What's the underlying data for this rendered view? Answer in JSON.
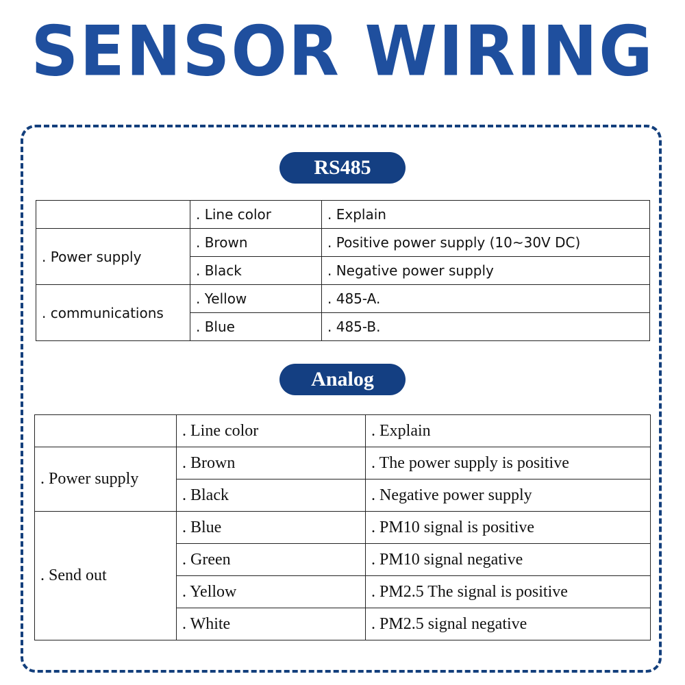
{
  "title": "SENSOR WIRING",
  "rs485": {
    "label": "RS485",
    "header": {
      "col2": ". Line color",
      "col3": ". Explain"
    },
    "groups": [
      {
        "name": ". Power supply",
        "rows": [
          {
            "color": ". Brown",
            "explain": ". Positive power supply (10~30V DC)"
          },
          {
            "color": ". Black",
            "explain": ". Negative power supply"
          }
        ]
      },
      {
        "name": ". communications",
        "rows": [
          {
            "color": ". Yellow",
            "explain": ". 485-A."
          },
          {
            "color": ". Blue",
            "explain": ". 485-B."
          }
        ]
      }
    ]
  },
  "analog": {
    "label": "Analog",
    "header": {
      "col2": ". Line color",
      "col3": ". Explain"
    },
    "groups": [
      {
        "name": ". Power supply",
        "rows": [
          {
            "color": ". Brown",
            "explain": ". The power supply is positive"
          },
          {
            "color": ". Black",
            "explain": ". Negative power supply"
          }
        ]
      },
      {
        "name": ". Send out",
        "rows": [
          {
            "color": ". Blue",
            "explain": ". PM10 signal is positive"
          },
          {
            "color": ". Green",
            "explain": ". PM10 signal negative"
          },
          {
            "color": ". Yellow",
            "explain": ". PM2.5 The signal is positive"
          },
          {
            "color": ". White",
            "explain": ". PM2.5 signal negative"
          }
        ]
      }
    ]
  },
  "colors": {
    "title": "#1f4f9e",
    "pill": "#143f82",
    "frame": "#133f7c"
  }
}
